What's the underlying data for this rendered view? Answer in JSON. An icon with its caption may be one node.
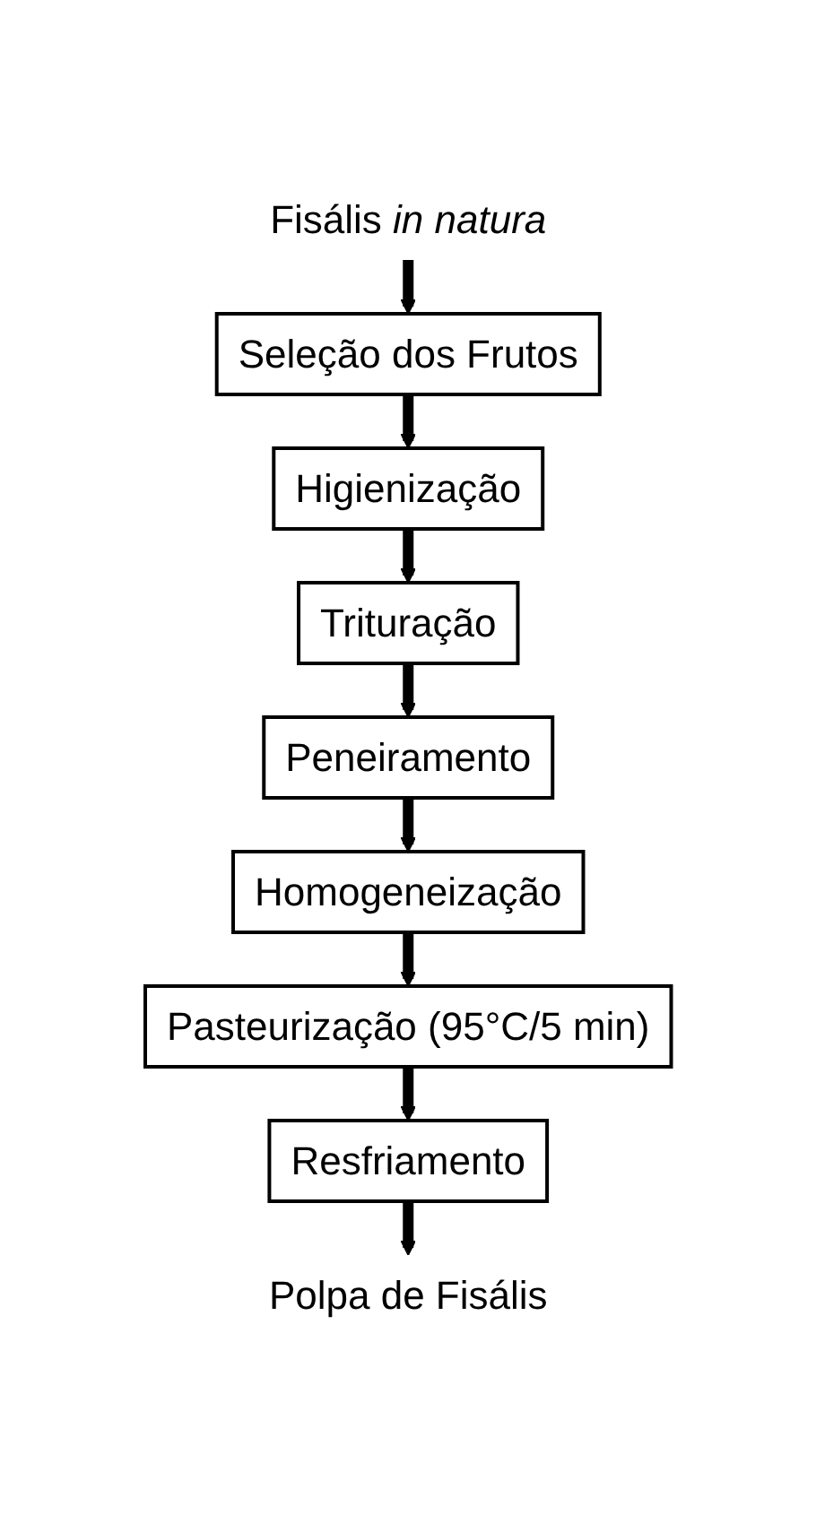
{
  "diagram": {
    "nodes": [
      {
        "text": [
          "Fisális *in natura*"
        ]
      },
      {
        "text": [
          "Seleção dos Frutos"
        ]
      },
      {
        "text": [
          "Higienização"
        ]
      },
      {
        "text": [
          "Trituração"
        ]
      },
      {
        "text": [
          "Peneiramento"
        ]
      },
      {
        "text": [
          "Homogeneização"
        ]
      },
      {
        "text": [
          "Pasteurização (95°C/5 min)"
        ]
      },
      {
        "text": [
          "Resfriamento"
        ]
      },
      {
        "text": [
          "Polpa de Fisális"
        ]
      }
    ],
    "edges": [
      {
        "from": 0,
        "to": 1,
        "arrow": "to"
      },
      {
        "from": 1,
        "to": 2,
        "arrow": "to"
      },
      {
        "from": 2,
        "to": 3,
        "arrow": "to"
      },
      {
        "from": 3,
        "to": 4,
        "arrow": "to"
      },
      {
        "from": 4,
        "to": 5,
        "arrow": "to"
      },
      {
        "from": 5,
        "to": 6,
        "arrow": "to"
      },
      {
        "from": 6,
        "to": 7,
        "arrow": "to"
      },
      {
        "from": 7,
        "to": 8,
        "arrow": "to"
      }
    ]
  }
}
